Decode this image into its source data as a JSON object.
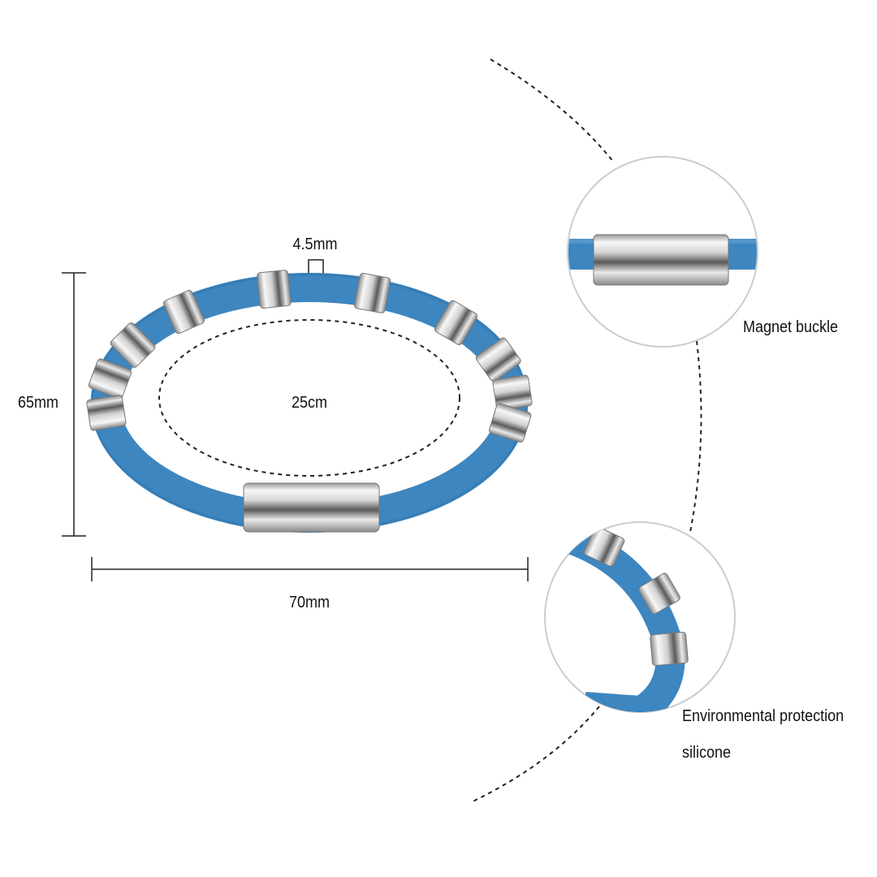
{
  "dimensions": {
    "width_label": "70mm",
    "height_label": "65mm",
    "band_width_label": "4.5mm",
    "inner_circumference_label": "25cm"
  },
  "callouts": {
    "buckle_label": "Magnet buckle",
    "material_line1": "Environmental protection",
    "material_line2": "silicone"
  },
  "colors": {
    "band": "#3d86c0",
    "band_dark": "#2a6796",
    "metal_light": "#f4f4f4",
    "metal_dark": "#6e6e6e",
    "line": "#222222"
  }
}
